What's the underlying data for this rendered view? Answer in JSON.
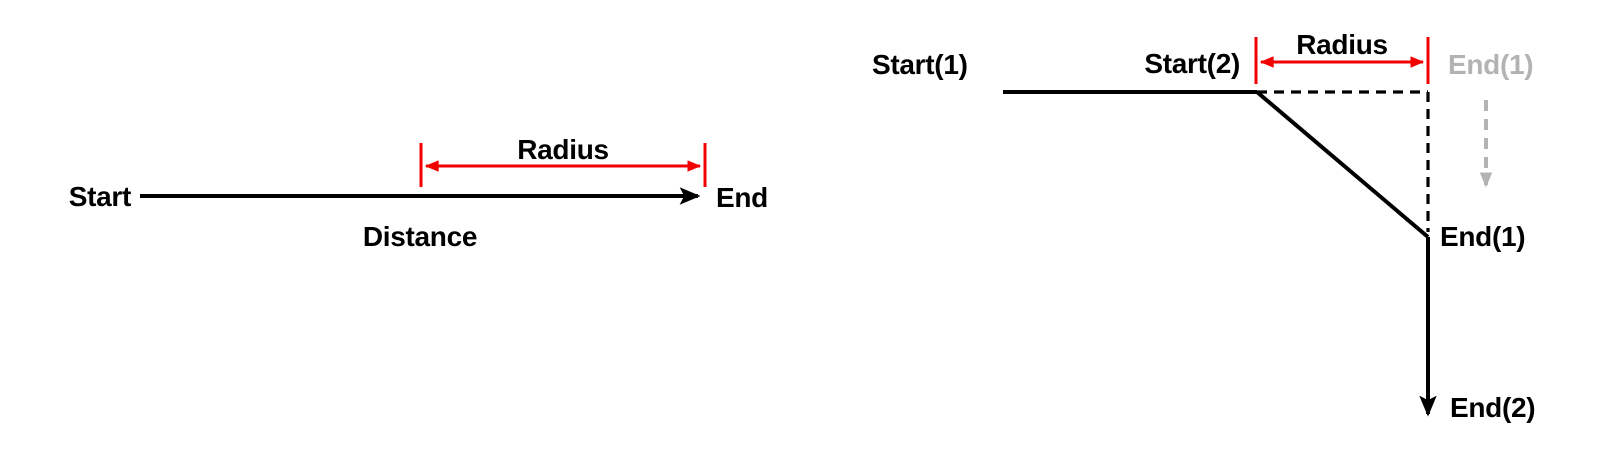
{
  "colors": {
    "line": "#000000",
    "accent": "#f20000",
    "muted": "#b3b3b3",
    "background": "#ffffff"
  },
  "left_diagram": {
    "start_label": "Start",
    "end_label": "End",
    "radius_label": "Radius",
    "distance_label": "Distance"
  },
  "right_diagram": {
    "start1_label": "Start(1)",
    "start2_label": "Start(2)",
    "radius_label": "Radius",
    "end1_ghost_label": "End(1)",
    "end1_label": "End(1)",
    "end2_label": "End(2)"
  }
}
